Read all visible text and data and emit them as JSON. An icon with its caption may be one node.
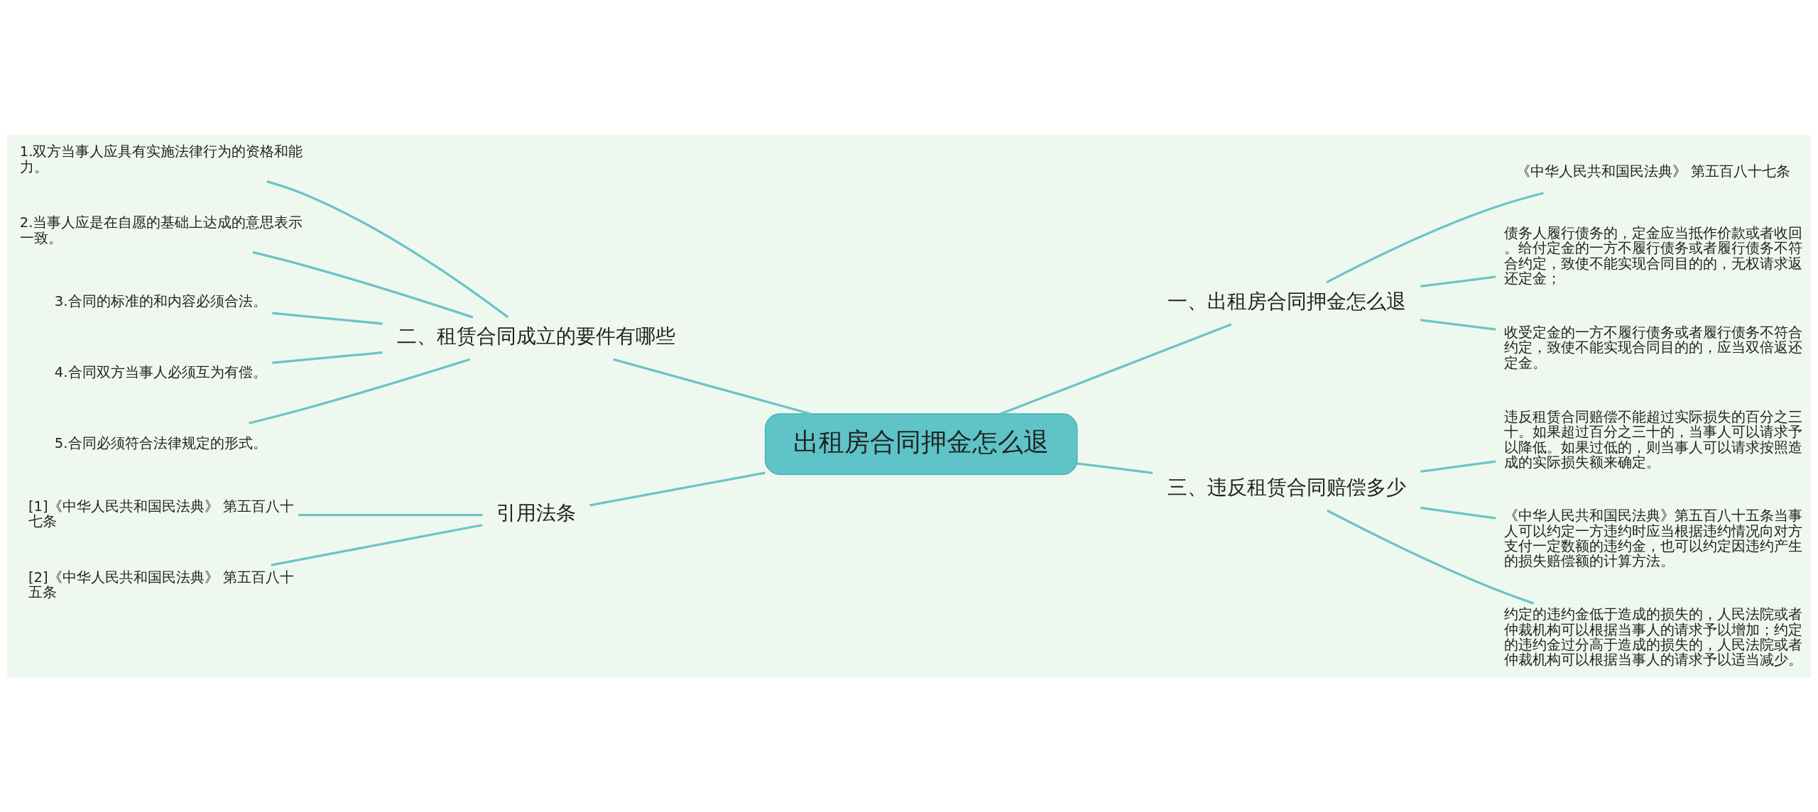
{
  "diagram": {
    "nodes": [
      {
        "text": [
          "出租房合同押金怎么退"
        ]
      },
      {
        "text": [
          "二、租赁合同成立的要件有哪些"
        ]
      },
      {
        "text": [
          "1.双方当事人应具有实施法律行为的资格和能力。"
        ]
      },
      {
        "text": [
          "2.当事人应是在自愿的基础上达成的意思表示一致。"
        ]
      },
      {
        "text": [
          "3.合同的标准的和内容必须合法。"
        ]
      },
      {
        "text": [
          "4.合同双方当事人必须互为有偿。"
        ]
      },
      {
        "text": [
          "5.合同必须符合法律规定的形式。"
        ]
      },
      {
        "text": [
          "引用法条"
        ]
      },
      {
        "text": [
          "[1]《中华人民共和国民法典》 第五百八十七条"
        ]
      },
      {
        "text": [
          "[2]《中华人民共和国民法典》 第五百八十五条"
        ]
      },
      {
        "text": [
          "一、出租房合同押金怎么退"
        ]
      },
      {
        "text": [
          "《中华人民共和国民法典》 第五百八十七条"
        ]
      },
      {
        "text": [
          "债务人履行债务的，定金应当抵作价款或者收回。给付定金的一方不履行债务或者履行债务不符合约定，致使不能实现合同目的的，无权请求返还定金；"
        ]
      },
      {
        "text": [
          "收受定金的一方不履行债务或者履行债务不符合约定，致使不能实现合同目的的，应当双倍返还定金。"
        ]
      },
      {
        "text": [
          "三、违反租赁合同赔偿多少"
        ]
      },
      {
        "text": [
          "违反租赁合同赔偿不能超过实际损失的百分之三十。如果超过百分之三十的，当事人可以请求予以降低。如果过低的，则当事人可以请求按照造成的实际损失额来确定。"
        ]
      },
      {
        "text": [
          "《中华人民共和国民法典》第五百八十五条当事人可以约定一方违约时应当根据违约情况向对方支付一定数额的违约金，也可以约定因违约产生的损失赔偿额的计算方法。"
        ]
      },
      {
        "text": [
          "约定的违约金低于造成的损失的，人民法院或者仲裁机构可以根据当事人的请求予以增加；约定的违约金过分高于造成的损失的，人民法院或者仲裁机构可以根据当事人的请求予以适当减少。"
        ]
      }
    ],
    "edges": [
      {
        "from": 0,
        "to": 1,
        "arrow": "none"
      },
      {
        "from": 1,
        "to": 2,
        "arrow": "none"
      },
      {
        "from": 1,
        "to": 3,
        "arrow": "none"
      },
      {
        "from": 1,
        "to": 4,
        "arrow": "none"
      },
      {
        "from": 1,
        "to": 5,
        "arrow": "none"
      },
      {
        "from": 1,
        "to": 6,
        "arrow": "none"
      },
      {
        "from": 0,
        "to": 7,
        "arrow": "none"
      },
      {
        "from": 7,
        "to": 8,
        "arrow": "none"
      },
      {
        "from": 7,
        "to": 9,
        "arrow": "none"
      },
      {
        "from": 0,
        "to": 10,
        "arrow": "none"
      },
      {
        "from": 10,
        "to": 11,
        "arrow": "none"
      },
      {
        "from": 10,
        "to": 12,
        "arrow": "none"
      },
      {
        "from": 10,
        "to": 13,
        "arrow": "none"
      },
      {
        "from": 0,
        "to": 14,
        "arrow": "none"
      },
      {
        "from": 14,
        "to": 15,
        "arrow": "none"
      },
      {
        "from": 14,
        "to": 16,
        "arrow": "none"
      },
      {
        "from": 14,
        "to": 17,
        "arrow": "none"
      }
    ]
  }
}
